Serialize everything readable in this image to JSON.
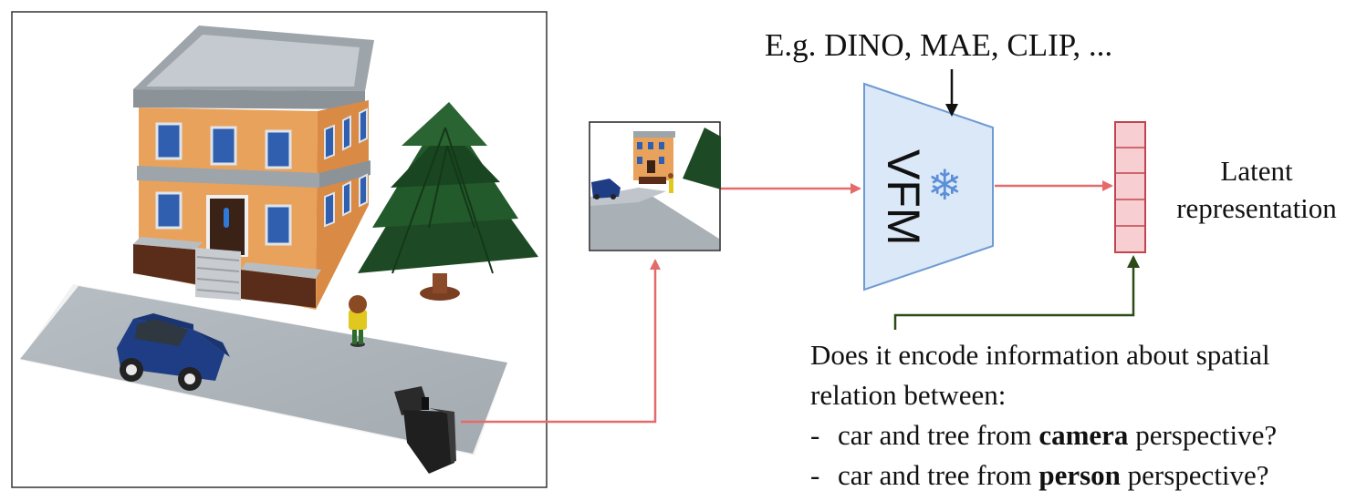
{
  "models_note": "E.g. DINO, MAE, CLIP, ...",
  "encoder": {
    "label": "VFM",
    "frozen_icon": "snowflake-icon"
  },
  "latent": {
    "line1": "Latent",
    "line2": "representation"
  },
  "question": {
    "line1": "Does it encode information about spatial",
    "line2": "relation between:",
    "item1": {
      "dash": "-",
      "pre": "car and tree from",
      "bold": "camera",
      "post": "perspective?"
    },
    "item2": {
      "dash": "-",
      "pre": "car and tree from",
      "bold": "person",
      "post": "perspective?"
    }
  },
  "colors": {
    "arrow_red": "#e56b6b",
    "arrow_green": "#2c4a17",
    "encoder_fill": "#dbe8f8",
    "encoder_stroke": "#6f9ad4",
    "latent_fill": "#f7cfd2",
    "latent_stroke": "#c0454e"
  }
}
